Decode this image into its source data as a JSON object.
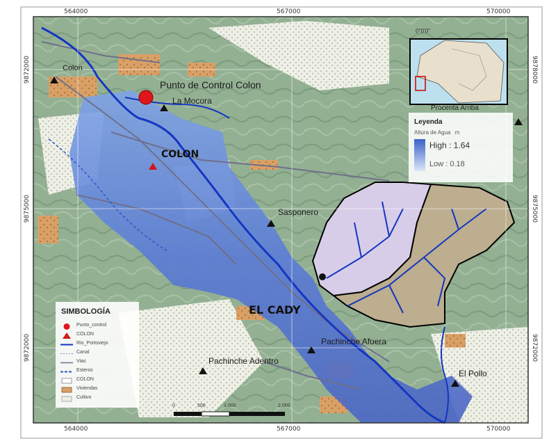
{
  "coords": {
    "top": [
      "564000",
      "567000",
      "570000"
    ],
    "bottom": [
      "564000",
      "567000",
      "570000"
    ],
    "left": [
      "9872000",
      "9875000",
      "9872000"
    ],
    "right": [
      "9878000",
      "9875000",
      "9872000"
    ]
  },
  "places": {
    "punto_control": "Punto de Control Colon",
    "la_mocora": "La Mocora",
    "colon": "COLON",
    "sasponero": "Sasponero",
    "el_cady": "EL CADY",
    "pachinche_afuera": "Pachinche Afuera",
    "el_pollo": "El Pollo",
    "pachinche_adentro": "Pachinche Adentro",
    "procanta_arriba": "Procenta Arriba",
    "top_left": "Colon"
  },
  "inset": {
    "top_label": "0°0'0\""
  },
  "legend": {
    "title": "Leyenda",
    "subtitle": "Altura de Agua",
    "unit": "m",
    "high": "High : 1.64",
    "low": "Low : 0.18",
    "ramp_colors": [
      "#3a62c9",
      "#dbe6f8"
    ]
  },
  "simbologia": {
    "title": "SIMBOLOGÍA",
    "items": [
      {
        "label": "Punto_control",
        "symbol": "red-circle"
      },
      {
        "label": "COLON",
        "symbol": "red-triangle"
      },
      {
        "label": "Rio_Portoviejo",
        "symbol": "blue-line"
      },
      {
        "label": "Canal",
        "symbol": "dashed-line"
      },
      {
        "label": "Vias",
        "symbol": "grey-line"
      },
      {
        "label": "Esteros",
        "symbol": "dash-blue-line"
      },
      {
        "label": "COLON",
        "symbol": "white-area"
      },
      {
        "label": "Viviendas",
        "symbol": "orange-area"
      },
      {
        "label": "Cultivo",
        "symbol": "dotted-area"
      }
    ]
  },
  "scale": {
    "labels": [
      "0",
      "500",
      "1,000",
      "2,000"
    ]
  },
  "colors": {
    "flood": "#4a6fd0",
    "terrain": "#8fae8e",
    "housing": "#d9a066",
    "catchment_light": "#d8cde8",
    "catchment_tan": "#bcae8e",
    "river": "#1436c2"
  }
}
